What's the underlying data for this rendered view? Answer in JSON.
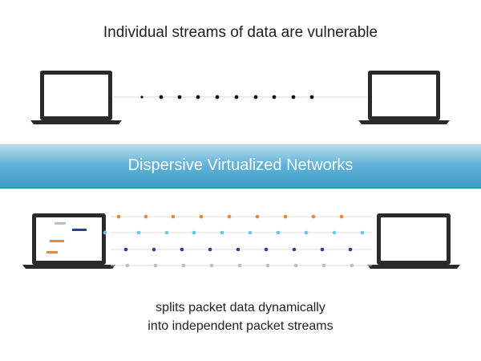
{
  "top_caption": "Individual streams of data are vulnerable",
  "banner": {
    "text": "Dispersive Virtualized Networks"
  },
  "bottom_caption": {
    "line1": "splits packet data dynamically",
    "line2": "into independent packet streams"
  },
  "streams": [
    {
      "color": "#e8863a"
    },
    {
      "color": "#6cc6e2"
    },
    {
      "color": "#24458f"
    },
    {
      "color": "#bfbfbf"
    }
  ],
  "colors": {
    "laptop": "#2a2a2a",
    "banner": "#4aa6d0",
    "single_stream_dot": "#111111"
  }
}
